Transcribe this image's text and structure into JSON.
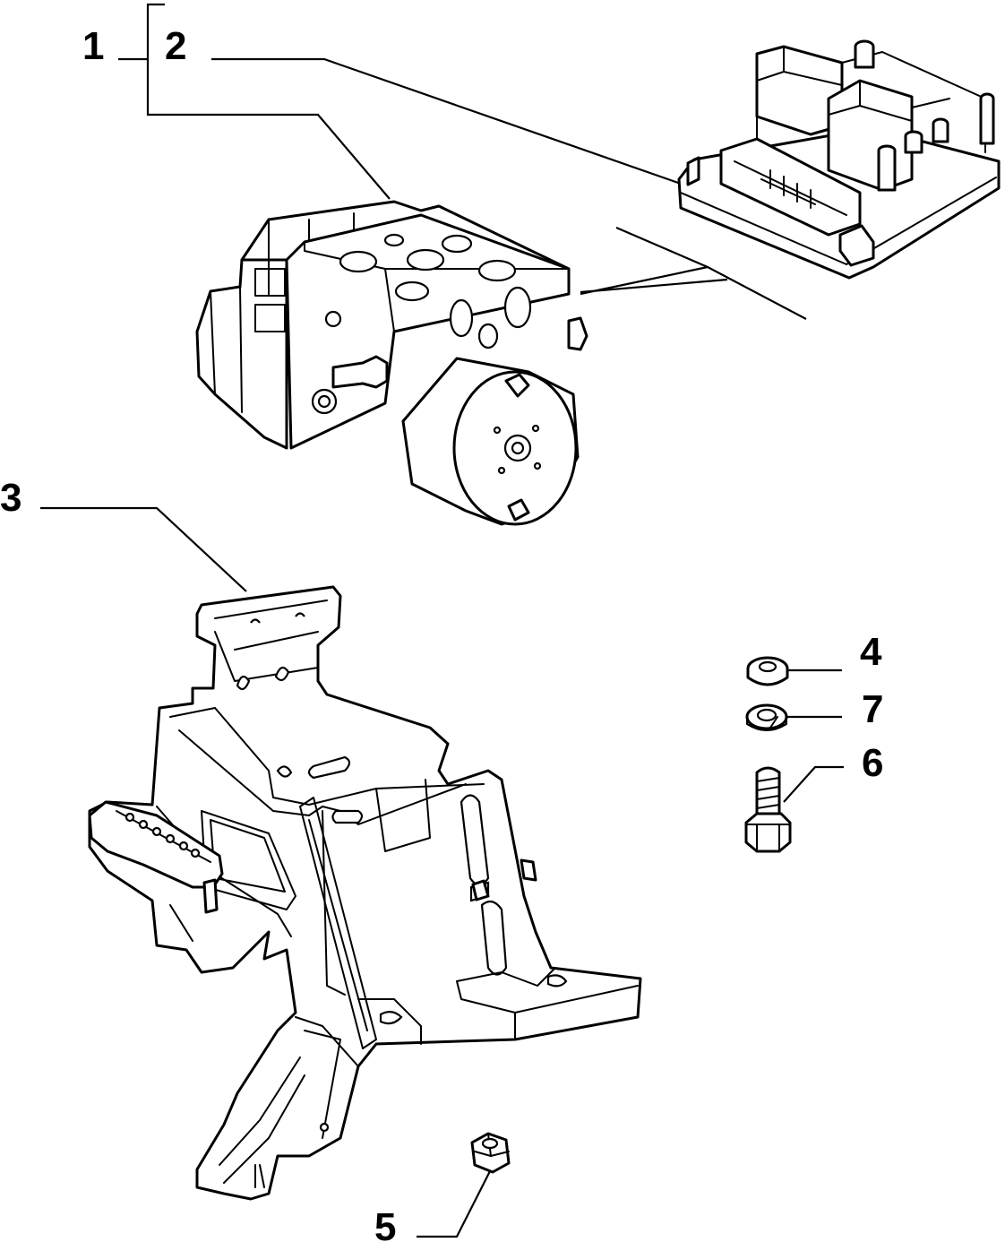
{
  "callouts": {
    "c1": "1",
    "c2": "2",
    "c3": "3",
    "c4": "4",
    "c5": "5",
    "c6": "6",
    "c7": "7"
  },
  "parts": {
    "abs_unit": "abs-hydraulic-unit-icon",
    "control_module": "electronic-control-module-icon",
    "bracket": "mounting-bracket-icon",
    "washer": "flat-washer-icon",
    "spring_washer": "spring-washer-icon",
    "bolt": "hex-bolt-icon",
    "nut": "hex-nut-icon"
  },
  "colors": {
    "line": "#000000",
    "background": "#ffffff"
  }
}
